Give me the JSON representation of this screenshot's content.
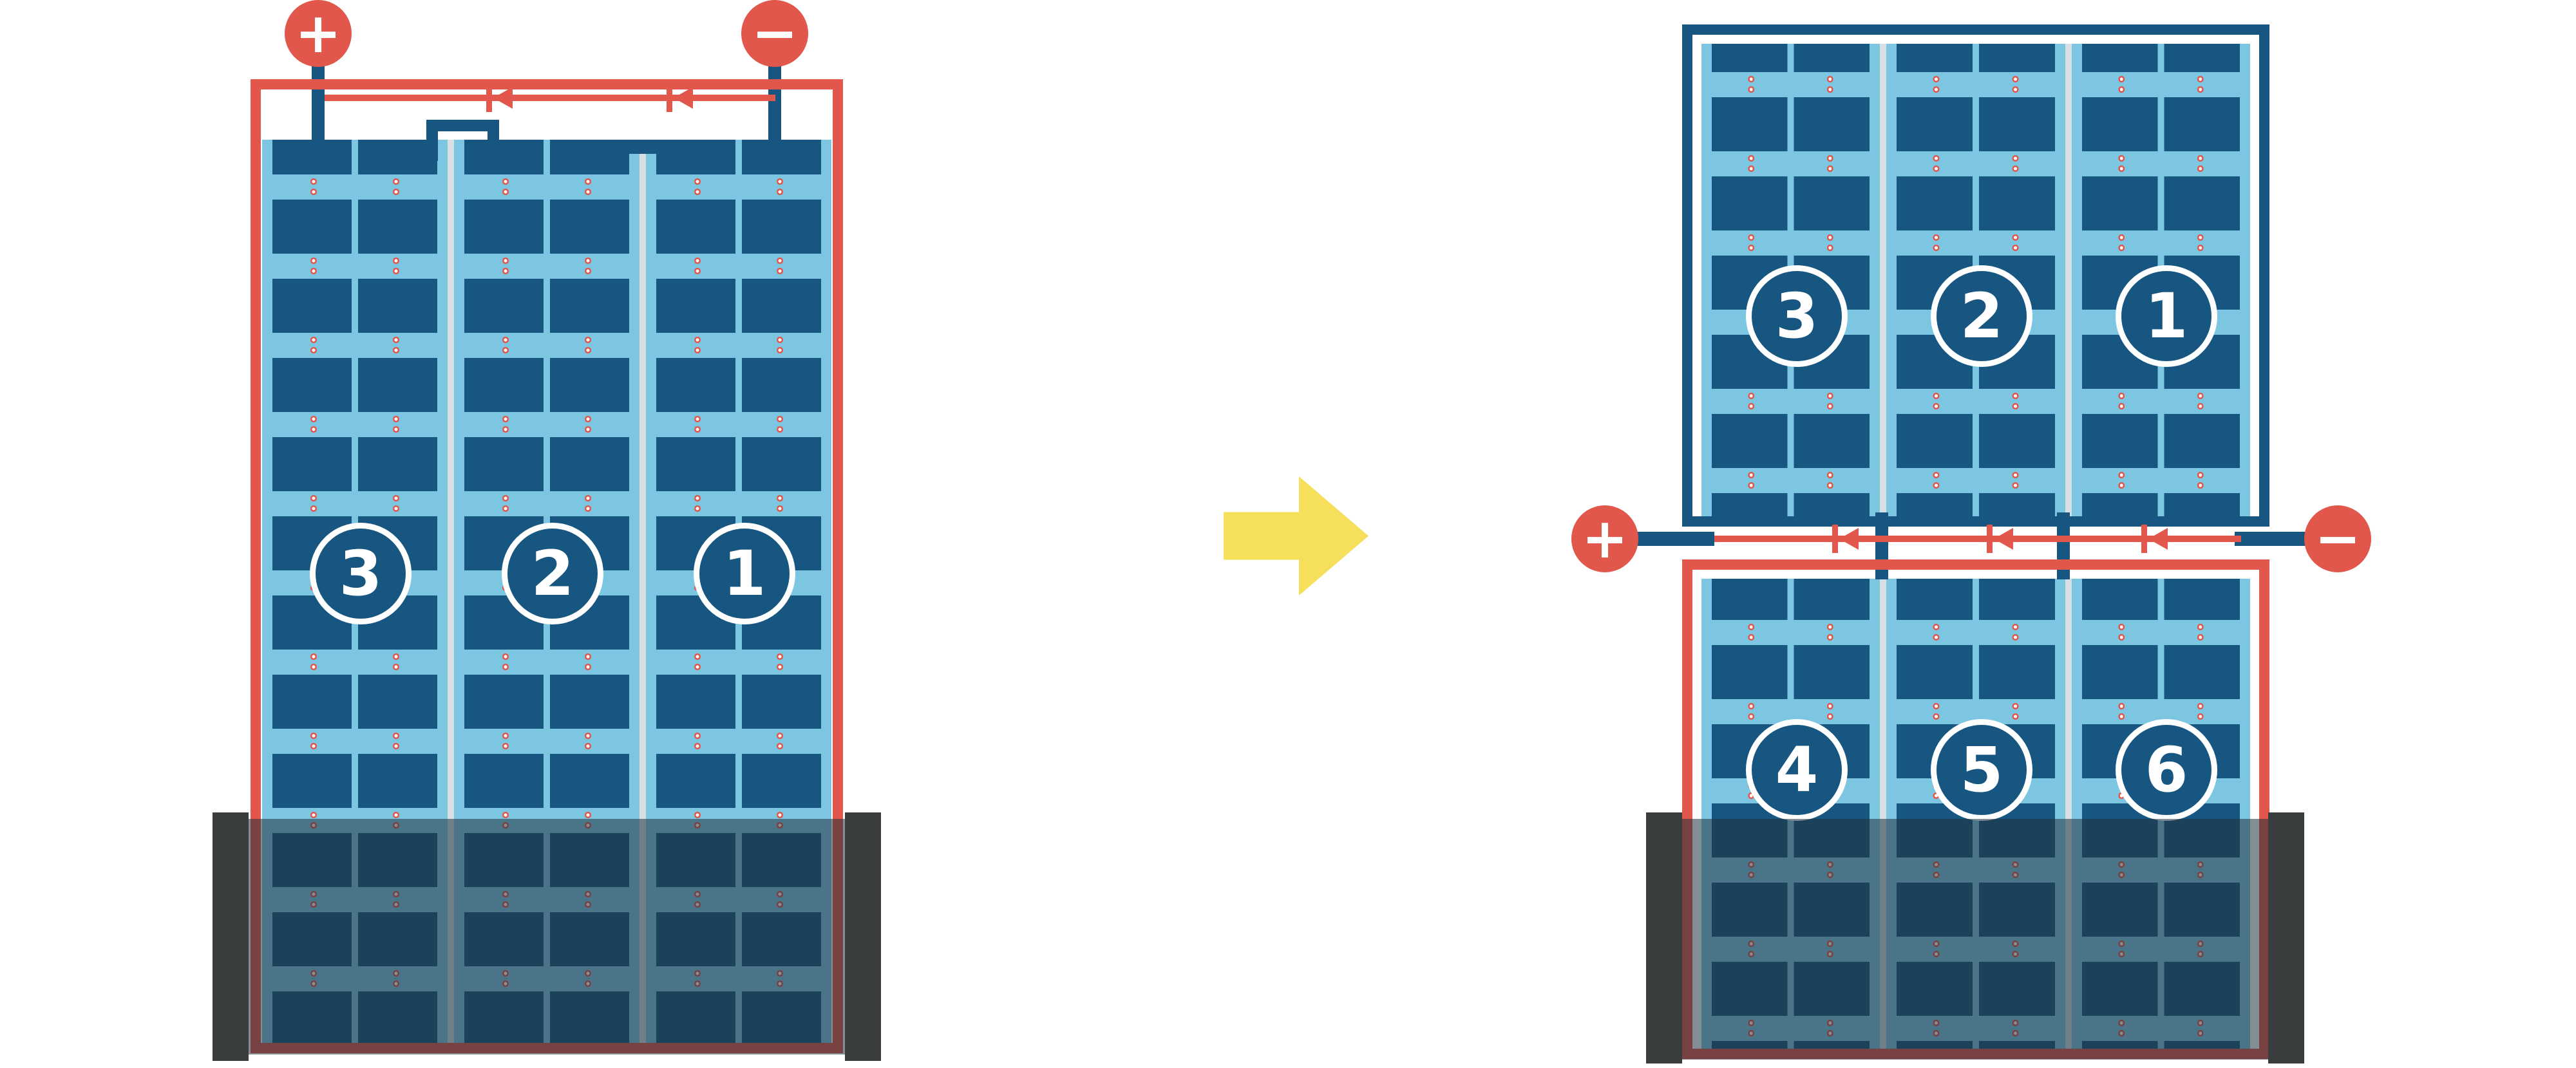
{
  "left_panel": {
    "terminal_plus": "+",
    "terminal_minus": "−",
    "strings": [
      {
        "label": "3"
      },
      {
        "label": "2"
      },
      {
        "label": "1"
      }
    ]
  },
  "right_diagram": {
    "terminal_plus": "+",
    "terminal_minus": "−",
    "top_half_strings": [
      {
        "label": "3"
      },
      {
        "label": "2"
      },
      {
        "label": "1"
      }
    ],
    "bottom_half_strings": [
      {
        "label": "4"
      },
      {
        "label": "5"
      },
      {
        "label": "6"
      }
    ]
  },
  "colors": {
    "accent_red": "#e2574c",
    "cell_navy": "#175680",
    "panel_light_blue": "#7cc6e2",
    "transform_arrow_yellow": "#f6df5a",
    "shade_overlay": "rgba(33,49,60,0.55)",
    "shade_side_bar": "#3a3d3e",
    "background": "#ffffff"
  }
}
